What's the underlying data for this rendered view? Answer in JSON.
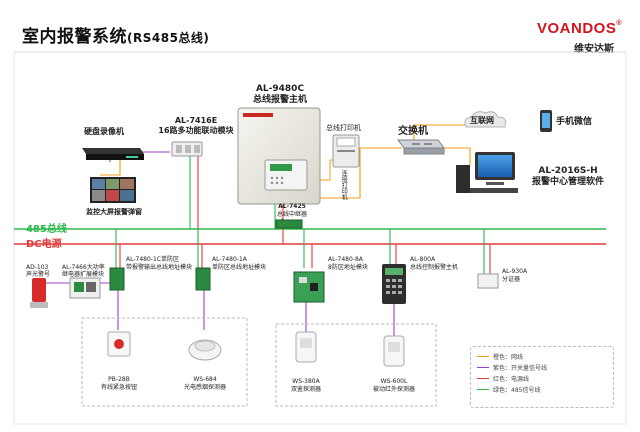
{
  "header": {
    "title": "室内报警系统",
    "subtitle": "(RS485总线)",
    "brand": "VOANDOS",
    "brand_mark": "®",
    "brand_cn": "维安达斯"
  },
  "buses": {
    "rs485": {
      "label": "485总线",
      "color": "#2db84b"
    },
    "dc": {
      "label": "DC电源",
      "color": "#e23a3a"
    }
  },
  "devices": {
    "main_host": {
      "model": "AL-9480C",
      "name": "总线报警主机"
    },
    "printer": {
      "name": "总线打印机",
      "port_label": "连接打印机"
    },
    "switch": {
      "name": "交换机"
    },
    "internet": {
      "name": "互联网"
    },
    "phone": {
      "name": "手机微信"
    },
    "mgmt": {
      "model": "AL-2016S-H",
      "name": "报警中心管理软件"
    },
    "dvr": {
      "name": "硬盘录像机"
    },
    "linkage": {
      "model": "AL-7416E",
      "name": "16路多功能联动模块"
    },
    "video_wall": {
      "name": "监控大屏报警弹窗"
    },
    "repeater": {
      "model": "AL-7425",
      "name": "总线中继器"
    },
    "siren": {
      "model": "AD-103",
      "name": "声光警号"
    },
    "relay": {
      "model": "AL-7466大功率",
      "name": "继电器扩展模块"
    },
    "mod_1c": {
      "model": "AL-7480-1C单防区",
      "name": "带报警输出总线地址模块"
    },
    "mod_1a": {
      "model": "AL-7480-1A",
      "name": "单防区总线地址模块"
    },
    "mod_8a": {
      "model": "AL-7480-8A",
      "name": "8防区地址模块"
    },
    "keypad": {
      "model": "AL-800A",
      "name": "总线控制报警主机"
    },
    "isolator": {
      "model": "AL-930A",
      "name": "分证器"
    },
    "pb": {
      "model": "PB-28B",
      "name": "有线紧急按钮"
    },
    "smoke": {
      "model": "WS-684",
      "name": "光电感烟探测器"
    },
    "dual": {
      "model": "WS-380A",
      "name": "双鉴探测器"
    },
    "pir": {
      "model": "WS-600L",
      "name": "被动红外探测器"
    }
  },
  "legend": [
    {
      "label": "橙色：网线",
      "color": "#f39c12"
    },
    {
      "label": "紫色：开关量信号线",
      "color": "#9b3fd1"
    },
    {
      "label": "红色：电源线",
      "color": "#e23a3a"
    },
    {
      "label": "绿色：485信号线",
      "color": "#2db84b"
    }
  ]
}
